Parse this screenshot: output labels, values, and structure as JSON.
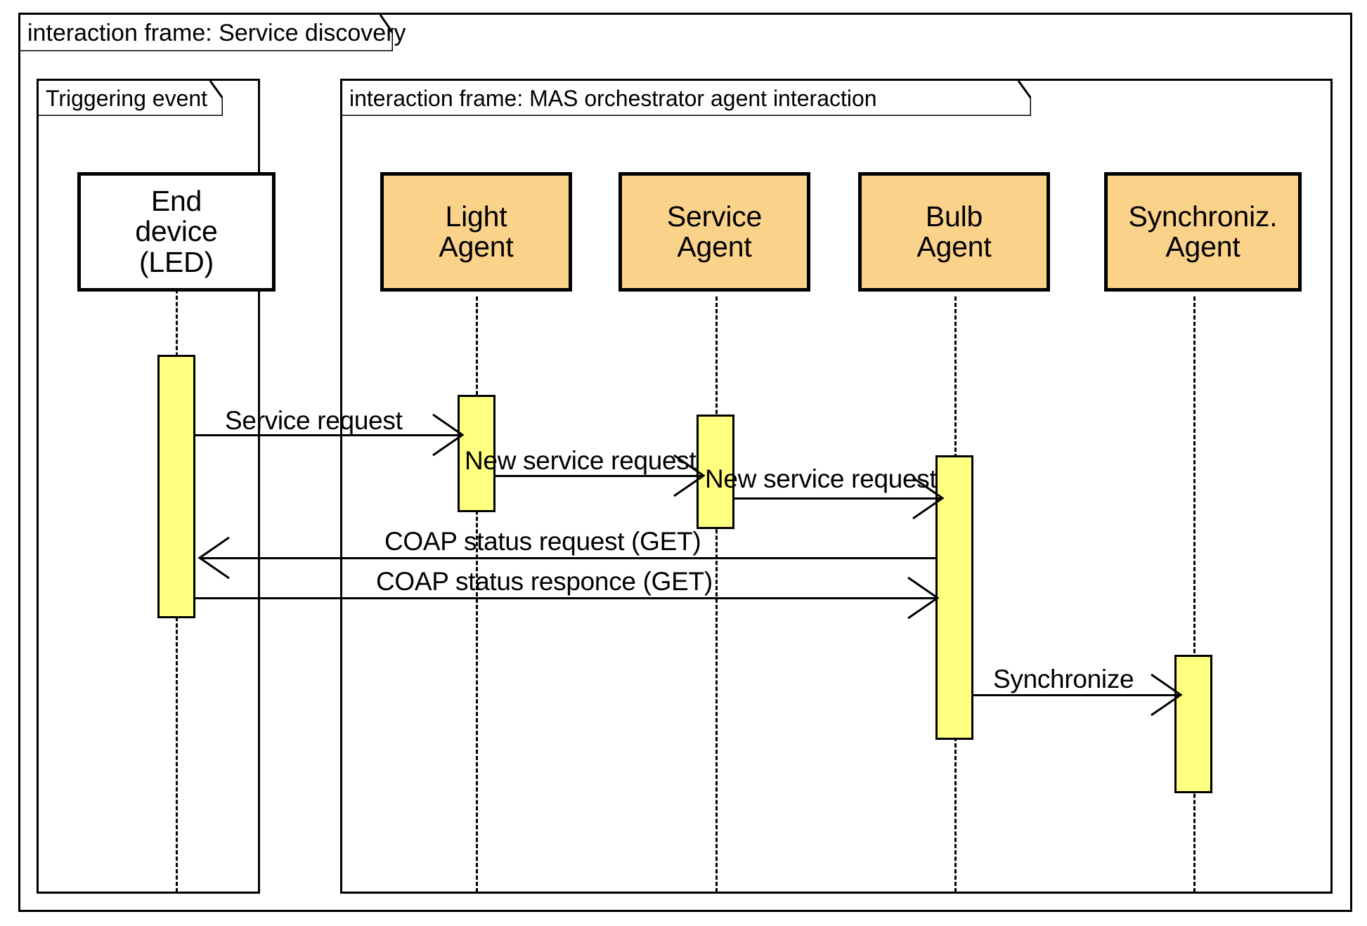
{
  "diagram": {
    "type": "uml-sequence-diagram",
    "title": "interaction frame: Service discovery",
    "colors": {
      "agent_fill": "#fbd28a",
      "device_fill": "#ffffff",
      "activation_fill": "#ffff80",
      "stroke": "#000000",
      "background": "#ffffff"
    }
  },
  "frames": {
    "outer": {
      "label": "interaction frame: Service discovery"
    },
    "left": {
      "label": "Triggering event"
    },
    "right": {
      "label": "interaction frame: MAS orchestrator agent interaction"
    }
  },
  "lifelines": [
    {
      "id": "end-device",
      "name": "End\ndevice\n(LED)",
      "line1": "End",
      "line2": "device",
      "line3": "(LED)",
      "kind": "device"
    },
    {
      "id": "light-agent",
      "name": "Light Agent",
      "line1": "Light",
      "line2": "Agent",
      "kind": "agent"
    },
    {
      "id": "service-agent",
      "name": "Service Agent",
      "line1": "Service",
      "line2": "Agent",
      "kind": "agent"
    },
    {
      "id": "bulb-agent",
      "name": "Bulb Agent",
      "line1": "Bulb",
      "line2": "Agent",
      "kind": "agent"
    },
    {
      "id": "synchroniz-agent",
      "name": "Synchroniz. Agent",
      "line1": "Synchroniz.",
      "line2": "Agent",
      "kind": "agent"
    }
  ],
  "messages": [
    {
      "id": "m1",
      "label": "Service request",
      "from": "end-device",
      "to": "light-agent",
      "direction": "right"
    },
    {
      "id": "m2",
      "label": "New service request",
      "from": "light-agent",
      "to": "service-agent",
      "direction": "right"
    },
    {
      "id": "m3",
      "label": "New service request",
      "from": "service-agent",
      "to": "bulb-agent",
      "direction": "right"
    },
    {
      "id": "m4",
      "label": "COAP status request (GET)",
      "from": "bulb-agent",
      "to": "end-device",
      "direction": "left"
    },
    {
      "id": "m5",
      "label": "COAP status responce (GET)",
      "from": "end-device",
      "to": "bulb-agent",
      "direction": "right"
    },
    {
      "id": "m6",
      "label": "Synchronize",
      "from": "bulb-agent",
      "to": "synchroniz-agent",
      "direction": "right"
    }
  ]
}
